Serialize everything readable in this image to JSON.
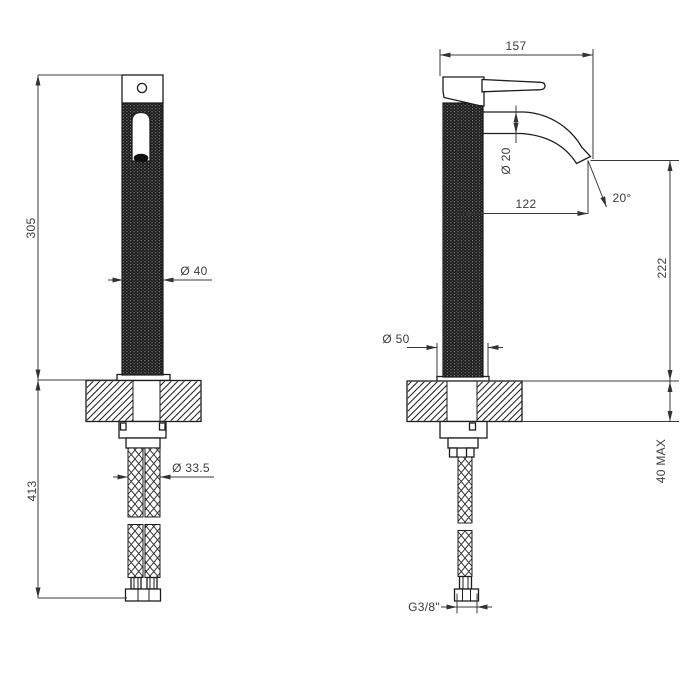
{
  "drawing": {
    "front_view": {
      "height_dim": "305",
      "below_counter_dim": "413",
      "body_diameter": "Ø 40",
      "hoses_diameter": "Ø 33.5"
    },
    "side_view": {
      "depth_dim": "157",
      "spout_diameter": "Ø 20",
      "spout_reach_dim": "122",
      "spout_angle": "20°",
      "spout_height_dim": "222",
      "base_diameter": "Ø 50",
      "max_counter_thickness": "40 MAX",
      "hose_thread": "G3/8\""
    },
    "colors": {
      "line": "#1d1d1d",
      "dimension": "#3d3d3d",
      "background": "#ffffff"
    }
  }
}
